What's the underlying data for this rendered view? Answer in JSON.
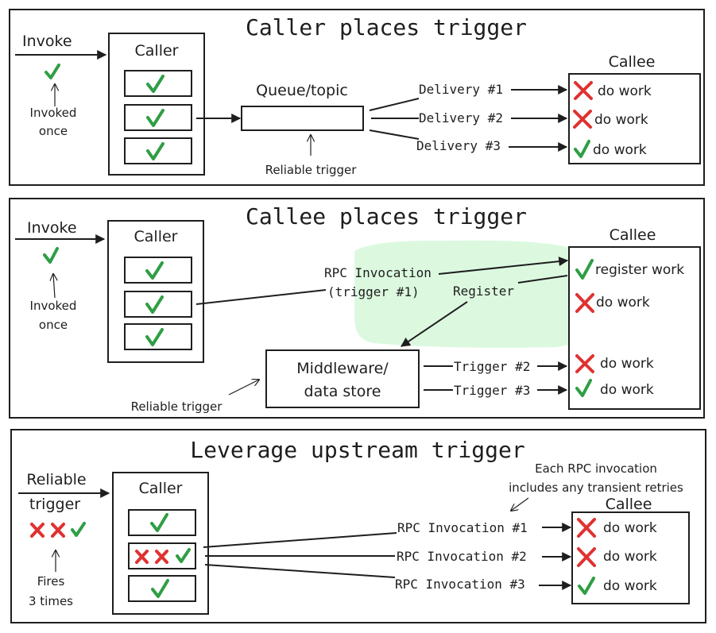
{
  "colors": {
    "ink": "#1e1e1e",
    "success": "#2f9e44",
    "failure": "#e03131",
    "highlight": "#b2f2bb"
  },
  "panels": [
    {
      "title": "Caller places trigger",
      "input_label": "Invoke",
      "input_note_line1": "Invoked",
      "input_note_line2": "once",
      "caller_label": "Caller",
      "queue_label": "Queue/topic",
      "queue_note": "Reliable trigger",
      "callee_label": "Callee",
      "deliveries": [
        {
          "label": "Delivery #1",
          "status": "fail",
          "work": "do work"
        },
        {
          "label": "Delivery #2",
          "status": "fail",
          "work": "do work"
        },
        {
          "label": "Delivery #3",
          "status": "success",
          "work": "do work"
        }
      ]
    },
    {
      "title": "Callee places trigger",
      "input_label": "Invoke",
      "input_note_line1": "Invoked",
      "input_note_line2": "once",
      "caller_label": "Caller",
      "rpc_label_line1": "RPC Invocation",
      "rpc_label_line2": "(trigger #1)",
      "register_label": "Register",
      "store_label_line1": "Middleware/",
      "store_label_line2": "data store",
      "store_note": "Reliable trigger",
      "callee_label": "Callee",
      "callee_items": [
        {
          "status": "success",
          "work": "register work"
        },
        {
          "status": "fail",
          "work": "do work"
        },
        {
          "status": "fail",
          "work": "do work"
        },
        {
          "status": "success",
          "work": "do work"
        }
      ],
      "triggers": [
        {
          "label": "Trigger #2"
        },
        {
          "label": "Trigger #3"
        }
      ]
    },
    {
      "title": "Leverage upstream trigger",
      "input_label_line1": "Reliable",
      "input_label_line2": "trigger",
      "input_note_line1": "Fires",
      "input_note_line2": "3 times",
      "caller_label": "Caller",
      "annotation_line1": "Each RPC invocation",
      "annotation_line2": "includes any transient retries",
      "callee_label": "Callee",
      "invocations": [
        {
          "label": "RPC Invocation #1",
          "status": "fail",
          "work": "do work"
        },
        {
          "label": "RPC Invocation #2",
          "status": "fail",
          "work": "do work"
        },
        {
          "label": "RPC Invocation #3",
          "status": "success",
          "work": "do work"
        }
      ]
    }
  ]
}
